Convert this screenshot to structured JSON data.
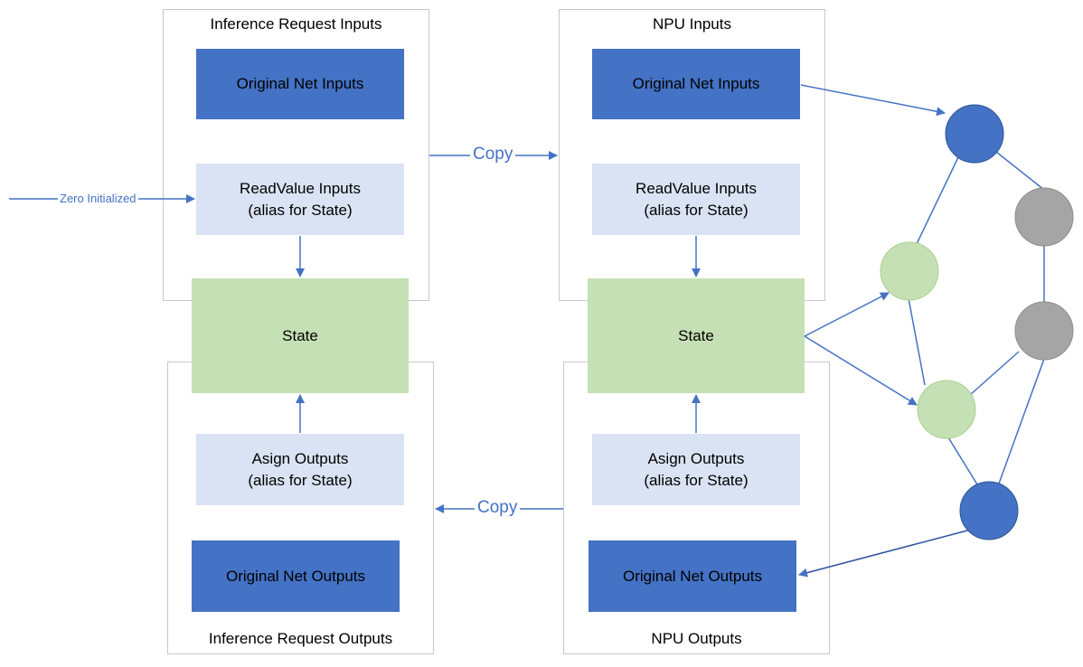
{
  "left": {
    "inputs_title": "Inference Request Inputs",
    "outputs_title": "Inference Request Outputs",
    "original_inputs": "Original Net Inputs",
    "readvalue_line1": "ReadValue Inputs",
    "readvalue_line2": "(alias for State)",
    "state": "State",
    "assign_line1": "Asign Outputs",
    "assign_line2": "(alias for State)",
    "original_outputs": "Original Net Outputs"
  },
  "right": {
    "inputs_title": "NPU Inputs",
    "outputs_title": "NPU Outputs",
    "original_inputs": "Original Net Inputs",
    "readvalue_line1": "ReadValue Inputs",
    "readvalue_line2": "(alias for State)",
    "state": "State",
    "assign_line1": "Asign Outputs",
    "assign_line2": "(alias for State)",
    "original_outputs": "Original Net Outputs"
  },
  "arrows": {
    "zero_init": "Zero Initialized",
    "copy_top": "Copy",
    "copy_bottom": "Copy"
  },
  "colors": {
    "dark_blue": "#4472c4",
    "light_blue": "#dae3f3",
    "green": "#c5e0b4",
    "gray": "#a5a5a5",
    "arrow": "#4472c4"
  }
}
